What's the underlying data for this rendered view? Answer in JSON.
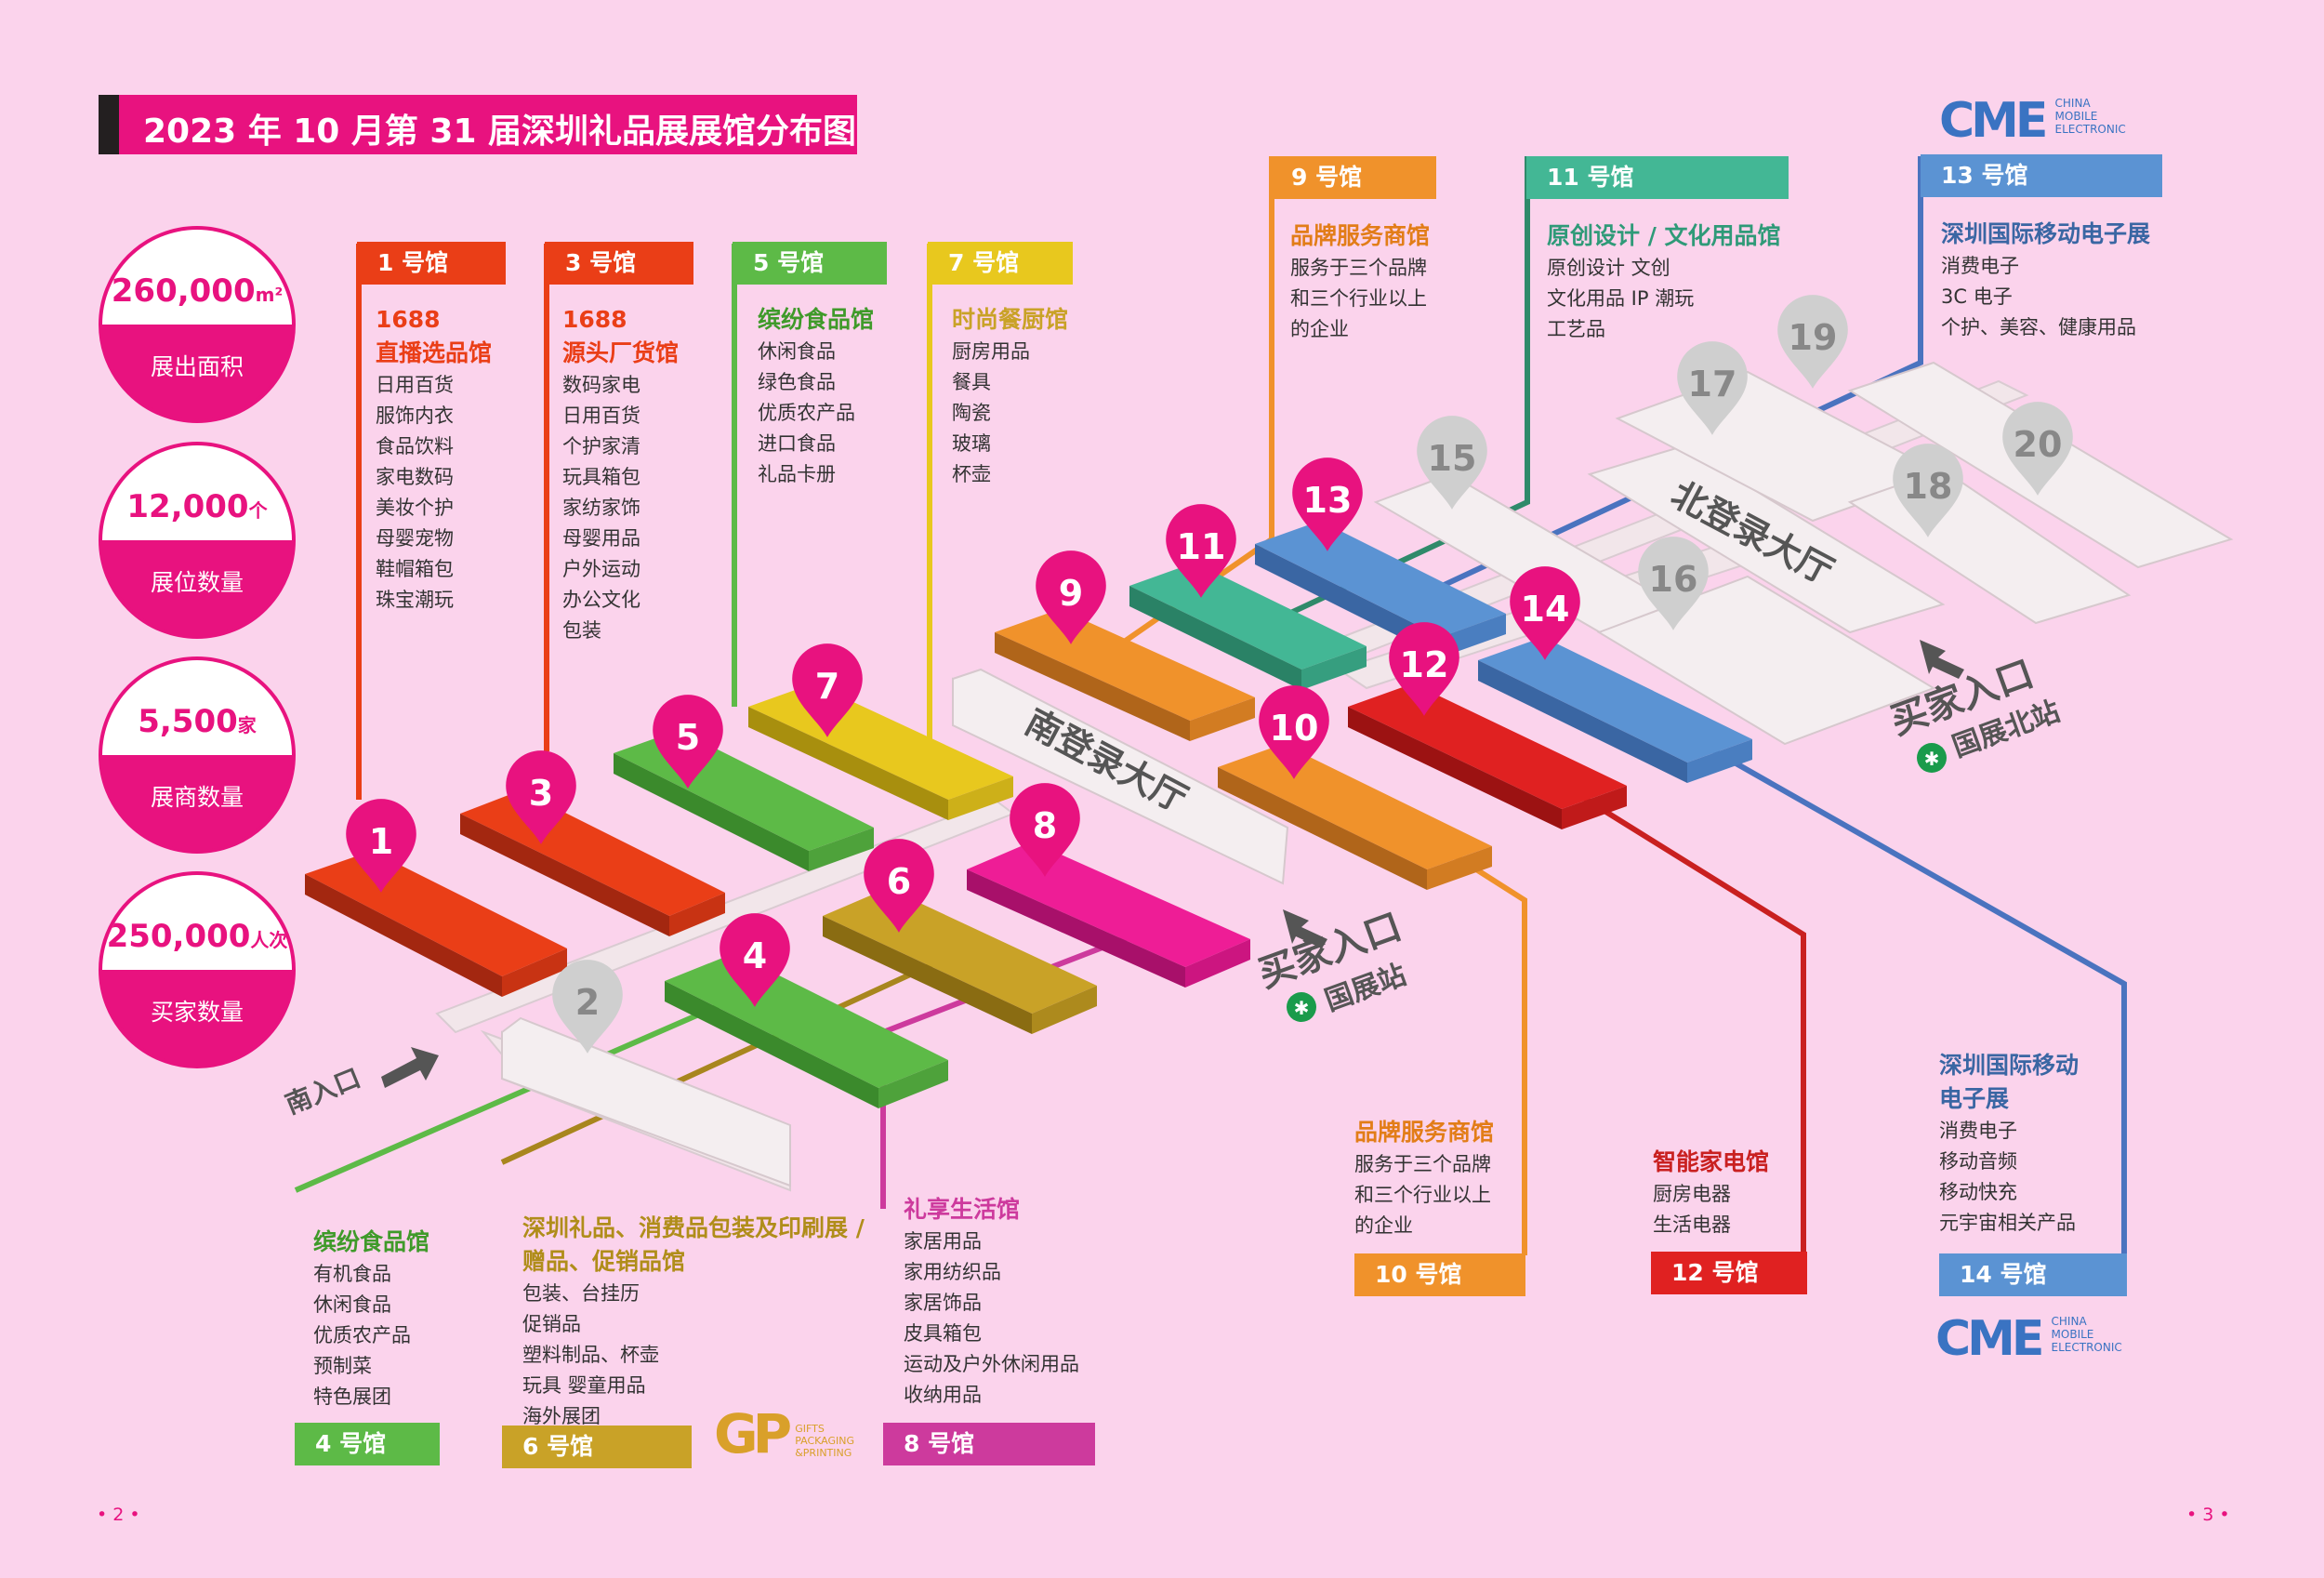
{
  "title": "2023 年 10 月第 31 届深圳礼品展展馆分布图",
  "stats": [
    {
      "value": "260,000",
      "unit": "m²",
      "label": "展出面积"
    },
    {
      "value": "12,000",
      "unit": "个",
      "label": "展位数量"
    },
    {
      "value": "5,500",
      "unit": "家",
      "label": "展商数量"
    },
    {
      "value": "250,000",
      "unit": "人次",
      "label": "买家数量"
    }
  ],
  "halls_top": [
    {
      "tag": "1 号馆",
      "color": "#ea3e17",
      "title_lines": [
        "1688",
        "直播选品馆"
      ],
      "items": [
        "日用百货",
        "服饰内衣",
        "食品饮料",
        "家电数码",
        "美妆个护",
        "母婴宠物",
        "鞋帽箱包",
        "珠宝潮玩"
      ]
    },
    {
      "tag": "3 号馆",
      "color": "#ea3e17",
      "title_lines": [
        "1688",
        "源头厂货馆"
      ],
      "items": [
        "数码家电",
        "日用百货",
        "个护家清",
        "玩具箱包",
        "家纺家饰",
        "母婴用品",
        "户外运动",
        "办公文化",
        "包装"
      ]
    },
    {
      "tag": "5 号馆",
      "color": "#5dba47",
      "title_lines": [
        "缤纷食品馆"
      ],
      "items": [
        "休闲食品",
        "绿色食品",
        "优质农产品",
        "进口食品",
        "礼品卡册"
      ]
    },
    {
      "tag": "7 号馆",
      "color": "#e8c81e",
      "title_lines": [
        "时尚餐厨馆"
      ],
      "items": [
        "厨房用品",
        "餐具",
        "陶瓷",
        "玻璃",
        "杯壶"
      ]
    },
    {
      "tag": "9 号馆",
      "color": "#f0922b",
      "title_lines": [
        "品牌服务商馆"
      ],
      "items": [
        "服务于三个品牌",
        "和三个行业以上",
        "的企业"
      ]
    },
    {
      "tag": "11 号馆",
      "color": "#43b795",
      "title_lines": [
        "原创设计 / 文化用品馆"
      ],
      "items": [
        "原创设计  文创",
        "文化用品  IP 潮玩",
        "工艺品"
      ]
    },
    {
      "tag": "13 号馆",
      "color": "#5b93d3",
      "title_lines": [
        "深圳国际移动电子展"
      ],
      "items": [
        "消费电子",
        "3C 电子",
        "个护、美容、健康用品"
      ]
    }
  ],
  "halls_bottom": [
    {
      "tag": "4 号馆",
      "color": "#5dba47",
      "title_lines": [
        "缤纷食品馆"
      ],
      "items": [
        "有机食品",
        "休闲食品",
        "优质农产品",
        "预制菜",
        "特色展团"
      ]
    },
    {
      "tag": "6 号馆",
      "color": "#c9a227",
      "title_lines": [
        "深圳礼品、消费品包装及印刷展 /",
        "赠品、促销品馆"
      ],
      "items": [
        "包装、台挂历",
        "促销品",
        "塑料制品、杯壶",
        "玩具  婴童用品",
        "海外展团"
      ]
    },
    {
      "tag": "8 号馆",
      "color": "#cd3a9d",
      "title_lines": [
        "礼享生活馆"
      ],
      "items": [
        "家居用品",
        "家用纺织品",
        "家居饰品",
        "皮具箱包",
        "运动及户外休闲用品",
        "收纳用品"
      ]
    },
    {
      "tag": "10 号馆",
      "color": "#f0922b",
      "title_lines": [
        "品牌服务商馆"
      ],
      "items": [
        "服务于三个品牌",
        "和三个行业以上",
        "的企业"
      ]
    },
    {
      "tag": "12 号馆",
      "color": "#e02121",
      "title_lines": [
        "智能家电馆"
      ],
      "items": [
        "厨房电器",
        "生活电器"
      ]
    },
    {
      "tag": "14 号馆",
      "color": "#5b93d3",
      "title_lines": [
        "深圳国际移动",
        "电子展"
      ],
      "items": [
        "消费电子",
        "移动音频",
        "移动快充",
        "元宇宙相关产品"
      ]
    }
  ],
  "map_labels": {
    "south_hall": "南登录大厅",
    "north_hall": "北登录大厅",
    "south_entrance": "南入口",
    "buyer_entrance_1": "买家入口",
    "station_1": "国展站",
    "buyer_entrance_2": "买家入口",
    "station_2": "国展北站"
  },
  "pins": [
    "1",
    "2",
    "3",
    "4",
    "5",
    "6",
    "7",
    "8",
    "9",
    "10",
    "11",
    "12",
    "13",
    "14",
    "15",
    "16",
    "17",
    "18",
    "19",
    "20"
  ],
  "logo_cme": {
    "main": "CME",
    "line1": "CHINA",
    "line2": "MOBILE",
    "line3": "ELECTRONIC"
  },
  "logo_gp": {
    "main": "GP",
    "line1": "GIFTS",
    "line2": "PACKAGING",
    "line3": "&PRINTING"
  },
  "page_left": "• 2 •",
  "page_right": "• 3 •",
  "colors": {
    "magenta": "#e8127f",
    "background": "#fbd3ec",
    "pin_gray": "#cfcfcf",
    "floor": "#f2e8ec"
  }
}
